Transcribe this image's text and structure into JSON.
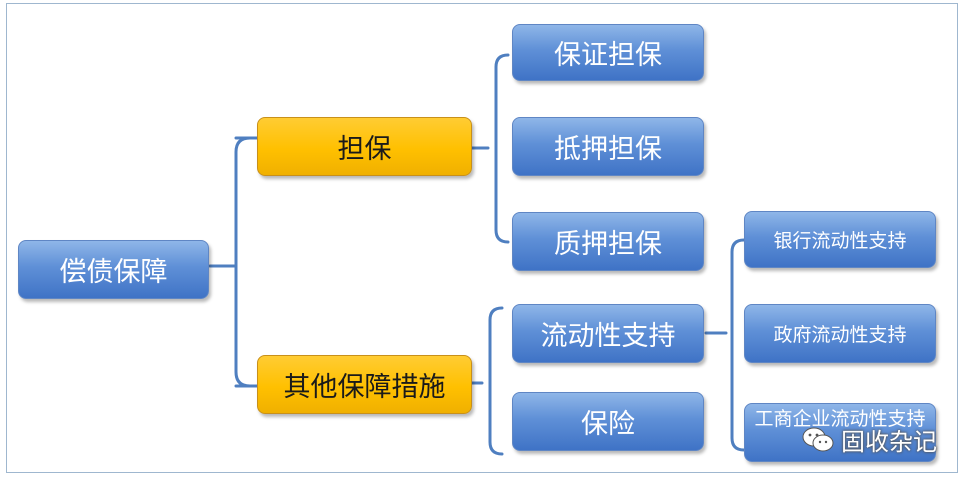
{
  "root": {
    "label": "偿债保障"
  },
  "branches": [
    {
      "label": "担保",
      "children": [
        "保证担保",
        "抵押担保",
        "质押担保"
      ]
    },
    {
      "label": "其他保障措施",
      "children": [
        "流动性支持",
        "保险"
      ]
    }
  ],
  "liquidity_children": [
    "银行流动性支持",
    "政府流动性支持",
    "工商企业流动性支持"
  ],
  "watermark": {
    "text": "固收杂记",
    "icon": "wechat-icon"
  },
  "colors": {
    "blue_node": "#4f82cf",
    "gold_node": "#ffc000",
    "connector": "#4f7fc0"
  }
}
